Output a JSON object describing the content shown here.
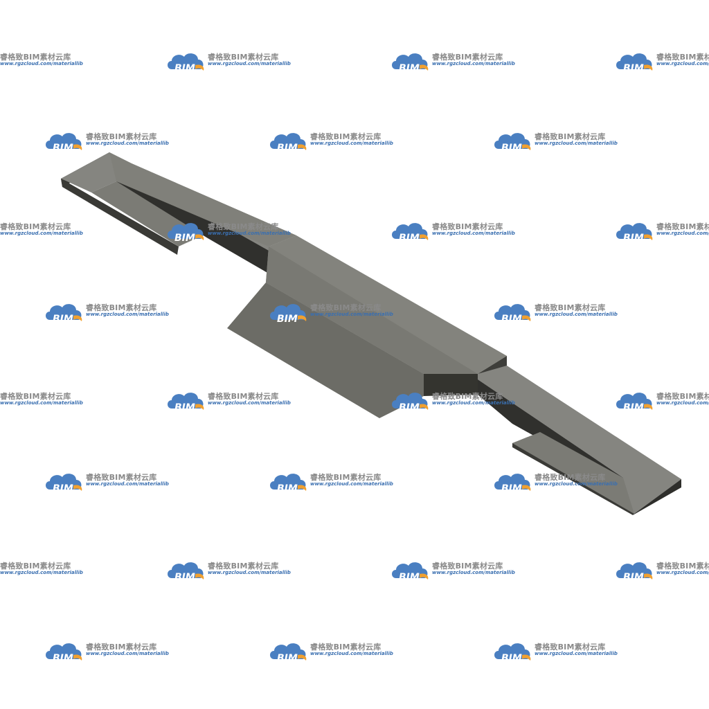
{
  "watermark": {
    "brand": "BIM",
    "title": "睿格致BIM素材云库",
    "url": "www.rgzcloud.com/materiallib",
    "colors": {
      "cloud_blue": "#4a7fc1",
      "cloud_orange": "#f0a030",
      "text_gray": "#8a8a8a"
    }
  },
  "model": {
    "colors": {
      "top_light": "#878780",
      "top_mid": "#7c7c75",
      "side_dark": "#3c3c38",
      "side_darker": "#2a2a28",
      "slope": "#6a6a64"
    }
  }
}
